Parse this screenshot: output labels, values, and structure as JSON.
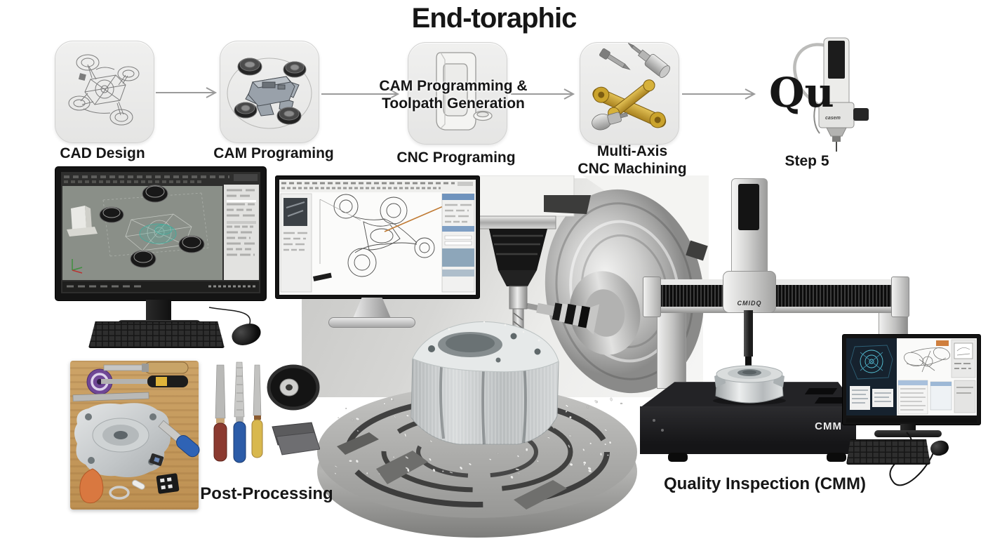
{
  "title": "End-toraphic",
  "steps": [
    {
      "label": "CAD Design"
    },
    {
      "label": "CAM Programing"
    },
    {
      "label": "CNC Programing",
      "overlay_line1": "CAM Programming &",
      "overlay_line2": "Toolpath Generation"
    },
    {
      "label_line1": "Multi-Axis",
      "label_line2": "CNC Machining"
    },
    {
      "label": "Step 5",
      "partial_word": "Qu",
      "probe_text": "casem"
    }
  ],
  "labels": {
    "post_processing": "Post-Processing",
    "quality_inspection": "Quality Inspection (CMM)"
  },
  "cmm": {
    "brand_text": "CMIDQ",
    "base_label": "CMM"
  },
  "icons": {
    "step1": "wireframe-drone-icon",
    "step2": "shaded-drone-model-icon",
    "step3": "machined-part-outline-icon",
    "step4": "gold-parts-and-cutters-icon",
    "step5": "cmm-probe-icon",
    "flow": "right-arrow-icon"
  },
  "colors": {
    "background": "#ffffff",
    "text": "#161616",
    "tile_background": "#ececeb",
    "arrow": "#9b9b9b",
    "gold_part": "#c9a53c",
    "toolpath_orange": "#c07a33",
    "cad_viewport": "#8a8f88",
    "wireframe_teal": "#4fae9e",
    "cmm_screen_navy": "#16222e",
    "cmm_screen_cyan": "#59c8dc",
    "wood_board": "#c49a5e"
  }
}
